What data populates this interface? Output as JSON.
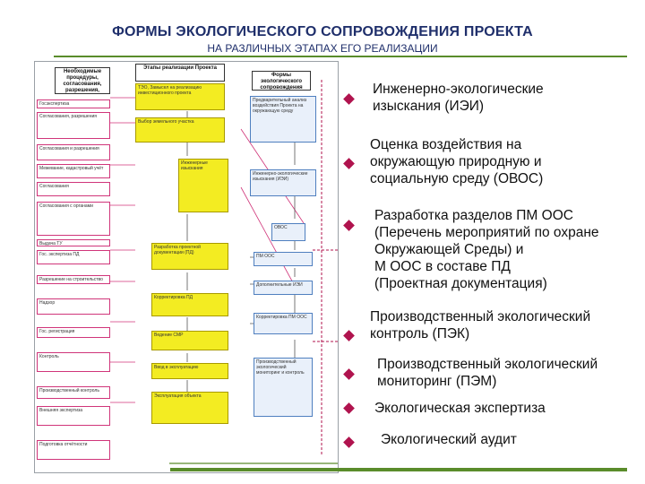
{
  "header": {
    "title": "ФОРМЫ ЭКОЛОГИЧЕСКОГО СОПРОВОЖДЕНИЯ ПРОЕКТА",
    "subtitle": "НА РАЗЛИЧНЫХ ЭТАПАХ ЕГО РЕАЛИЗАЦИИ"
  },
  "diagram": {
    "col_left_head": "Необходимые процедуры, согласования, разрешения, экспертизы",
    "col_mid_head": "Этапы реализации Проекта",
    "col_right_head": "Формы экологического сопровождения",
    "left_boxes": [
      "Госэкспертиза",
      "Согласования, разрешения",
      "Согласования и разрешения",
      "Межевание, кадастровый учёт",
      "Согласования",
      "Согласования с органами",
      "Выдача ТУ",
      "Гос. экспертиза ПД",
      "Разрешение на строительство",
      "Надзор",
      "Гос. регистрация",
      "Контроль",
      "Производственный контроль",
      "Внешняя экспертиза",
      "Подготовка отчётности"
    ],
    "mid_boxes": [
      "ТЭО, Замысел на реализацию инвестиционного проекта",
      "Выбор земельного участка",
      "Инженерные изыскания",
      "Разработка проектной документации (ПД)",
      "Корректировка ПД",
      "Ведение СМР",
      "Ввод в эксплуатацию",
      "Эксплуатация объекта"
    ],
    "right_boxes": [
      "Предварительный анализ воздействия Проекта на окружающую среду",
      "Инженерно-экологические изыскания (ИЭИ)",
      "ОВОС",
      "ПМ ООС",
      "Дополнительные ИЭИ",
      "Корректировка ПМ ООС",
      "Производственный экологический мониторинг и контроль"
    ]
  },
  "bullets": [
    "Инженерно-экологические изыскания (ИЭИ)",
    "Оценка воздействия на окружающую природную и социальную среду (ОВОС)",
    "Разработка разделов ПМ ООС (Перечень мероприятий по охране Окружающей Среды) и М ООС в составе ПД (Проектная документация)",
    "Производственный экологический контроль (ПЭК)",
    "Производственный экологический мониторинг (ПЭМ)",
    "Экологическая экспертиза",
    "Экологический аудит"
  ],
  "bullet_lines": [
    [
      "Инженерно-экологические",
      "изыскания (ИЭИ)"
    ],
    [
      "Оценка воздействия на",
      "окружающую природную и",
      "социальную среду (ОВОС)"
    ],
    [
      "Разработка разделов ПМ ООС",
      "(Перечень мероприятий по охране",
      "Окружающей Среды)  и",
      "М ООС в составе ПД",
      "(Проектная документация)"
    ],
    [
      "Производственный экологический",
      "контроль (ПЭК)"
    ],
    [
      "Производственный экологический",
      "мониторинг (ПЭМ)"
    ],
    [
      "Экологическая экспертиза"
    ],
    [
      "Экологический аудит"
    ]
  ],
  "colors": {
    "accent": "#b0134e",
    "title": "#1f2f6b",
    "line": "#5a8c2b",
    "stage_yellow": "#f3ec22",
    "procedure_pink": "#d0357a",
    "form_blue": "#4f7fbf"
  }
}
